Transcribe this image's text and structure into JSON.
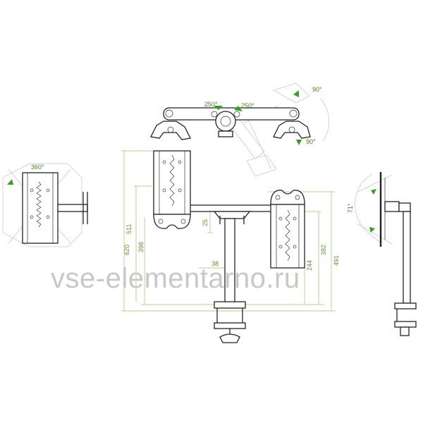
{
  "labels": {
    "angle_360": "360°",
    "angle_250_left": "250°",
    "angle_250_right": "250°",
    "angle_90_top": "90°",
    "angle_90_bottom": "90°",
    "angle_71": "71°",
    "dim_620": "620",
    "dim_511": "511",
    "dim_398": "398",
    "dim_25": "25",
    "dim_38": "38",
    "dim_382": "382",
    "dim_244": "244",
    "dim_491": "491"
  },
  "watermark": "vse-elementarno.ru",
  "colors": {
    "dimension": "#6a8f3a",
    "accent_green": "#3a9a2a",
    "line": "#222222"
  }
}
